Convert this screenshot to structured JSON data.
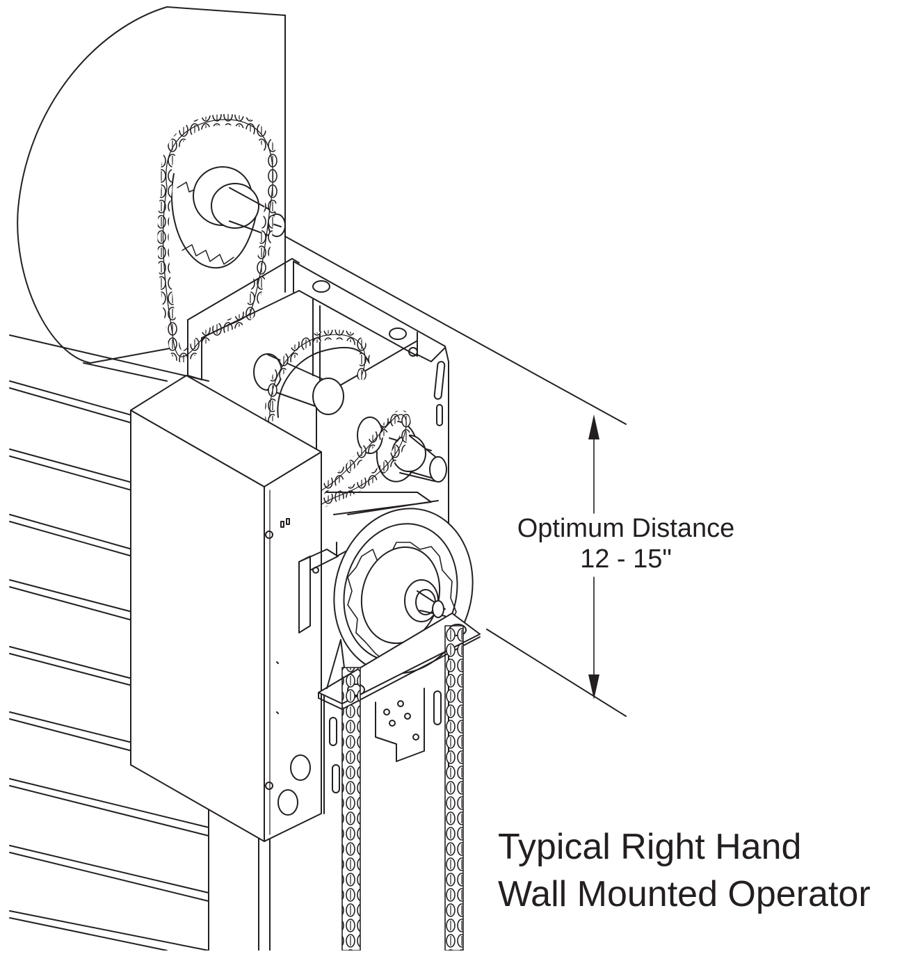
{
  "diagram": {
    "dimension_label": {
      "line1": "Optimum Distance",
      "line2": "12 - 15\""
    },
    "caption": {
      "line1": "Typical Right Hand",
      "line2": "Wall Mounted Operator"
    }
  },
  "colors": {
    "ink": "#231f20",
    "background": "#ffffff",
    "chain": "#ffffff"
  }
}
